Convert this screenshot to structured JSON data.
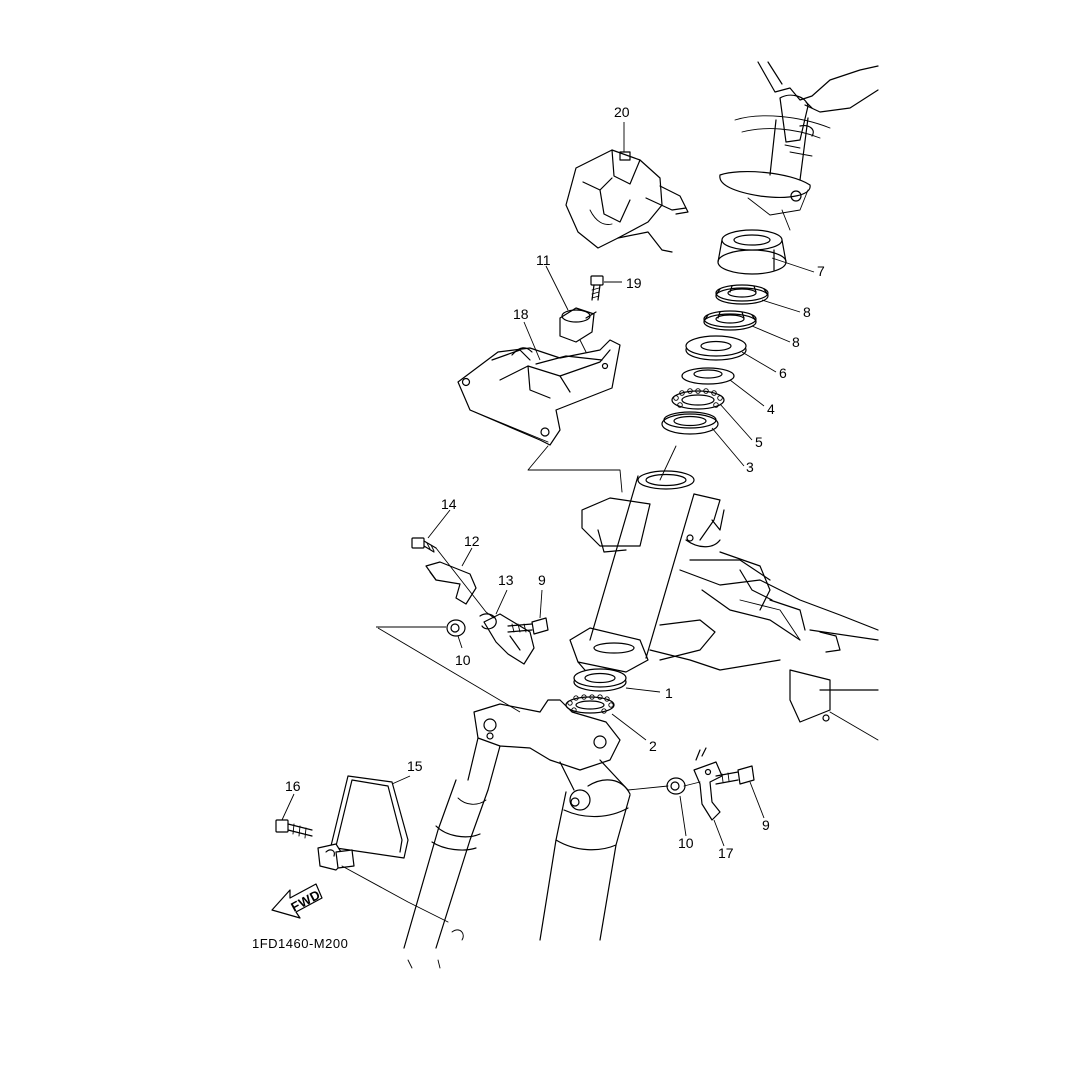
{
  "diagram": {
    "code": "1FD1460-M200",
    "fwd_arrow_label": "FWD",
    "callouts": [
      {
        "id": "c20",
        "label": "20"
      },
      {
        "id": "c7",
        "label": "7"
      },
      {
        "id": "c8a",
        "label": "8"
      },
      {
        "id": "c8b",
        "label": "8"
      },
      {
        "id": "c6",
        "label": "6"
      },
      {
        "id": "c4",
        "label": "4"
      },
      {
        "id": "c5",
        "label": "5"
      },
      {
        "id": "c3",
        "label": "3"
      },
      {
        "id": "c11",
        "label": "11"
      },
      {
        "id": "c19",
        "label": "19"
      },
      {
        "id": "c18",
        "label": "18"
      },
      {
        "id": "c14",
        "label": "14"
      },
      {
        "id": "c12",
        "label": "12"
      },
      {
        "id": "c13",
        "label": "13"
      },
      {
        "id": "c9a",
        "label": "9"
      },
      {
        "id": "c10a",
        "label": "10"
      },
      {
        "id": "c1",
        "label": "1"
      },
      {
        "id": "c2",
        "label": "2"
      },
      {
        "id": "c15",
        "label": "15"
      },
      {
        "id": "c16",
        "label": "16"
      },
      {
        "id": "c10b",
        "label": "10"
      },
      {
        "id": "c9b",
        "label": "9"
      },
      {
        "id": "c17",
        "label": "17"
      }
    ]
  }
}
